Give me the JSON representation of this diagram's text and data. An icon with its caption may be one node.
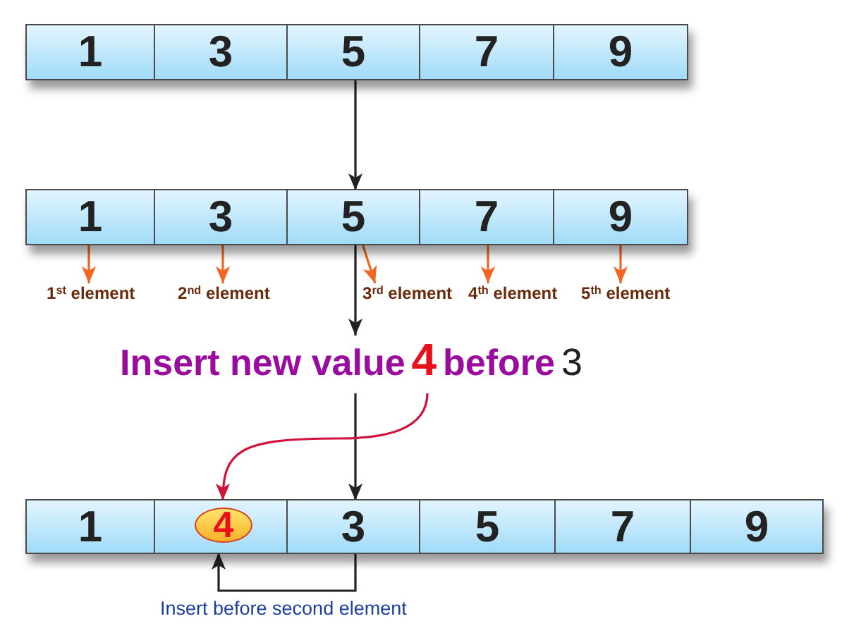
{
  "diagram": {
    "nodes": [
      {
        "text": [],
        "shape": "bar"
      },
      {
        "text": [
          "1"
        ],
        "in": 0
      },
      {
        "text": [
          "3"
        ],
        "in": 0
      },
      {
        "text": [
          "5"
        ],
        "in": 0
      },
      {
        "text": [
          "7"
        ],
        "in": 0
      },
      {
        "text": [
          "9"
        ],
        "in": 0
      },
      {
        "text": [],
        "shape": "bar"
      },
      {
        "text": [
          "1"
        ],
        "in": 6
      },
      {
        "text": [
          "3"
        ],
        "in": 6
      },
      {
        "text": [
          "5"
        ],
        "in": 6
      },
      {
        "text": [
          "7"
        ],
        "in": 6
      },
      {
        "text": [
          "9"
        ],
        "in": 6
      },
      {
        "text": [
          "1$^{st}$ element"
        ]
      },
      {
        "text": [
          "2$^{nd}$ element"
        ]
      },
      {
        "text": [
          "3$^{rd}$ element"
        ]
      },
      {
        "text": [
          "4$^{th}$ element"
        ]
      },
      {
        "text": [
          "5$^{th}$ element"
        ]
      },
      {
        "text": [
          "Insert new value",
          "4",
          "before",
          "3"
        ]
      },
      {
        "text": [],
        "shape": "bar"
      },
      {
        "text": [
          "1"
        ],
        "in": 18
      },
      {
        "text": [],
        "shape": "box",
        "in": 18
      },
      {
        "text": [
          "4"
        ],
        "in": 20
      },
      {
        "text": [
          "3"
        ],
        "in": 18
      },
      {
        "text": [
          "5"
        ],
        "in": 18
      },
      {
        "text": [
          "7"
        ],
        "in": 18
      },
      {
        "text": [
          "9"
        ],
        "in": 18
      }
    ],
    "edges": [
      {
        "from": 3,
        "to": 9,
        "arrow": "to",
        "color": "#222222"
      },
      {
        "from": 7,
        "to": 12,
        "arrow": "to",
        "color": "#f26522"
      },
      {
        "from": 8,
        "to": 13,
        "arrow": "to",
        "color": "#f26522"
      },
      {
        "from": 9,
        "to": 14,
        "arrow": "to",
        "color": "#f26522"
      },
      {
        "from": 10,
        "to": 15,
        "arrow": "to",
        "color": "#f26522"
      },
      {
        "from": 11,
        "to": 16,
        "arrow": "to",
        "color": "#f26522"
      },
      {
        "from": 9,
        "to": 17,
        "arrow": "to",
        "color": "#222222"
      },
      {
        "from": 17,
        "to": 22,
        "arrow": "to",
        "color": "#222222"
      },
      {
        "from": 17,
        "to": 20,
        "arrow": "to",
        "color": "#d0143c"
      },
      {
        "from": 22,
        "to": 20,
        "arrow": "to",
        "label": "Insert before second element",
        "color": "#222222"
      }
    ]
  }
}
